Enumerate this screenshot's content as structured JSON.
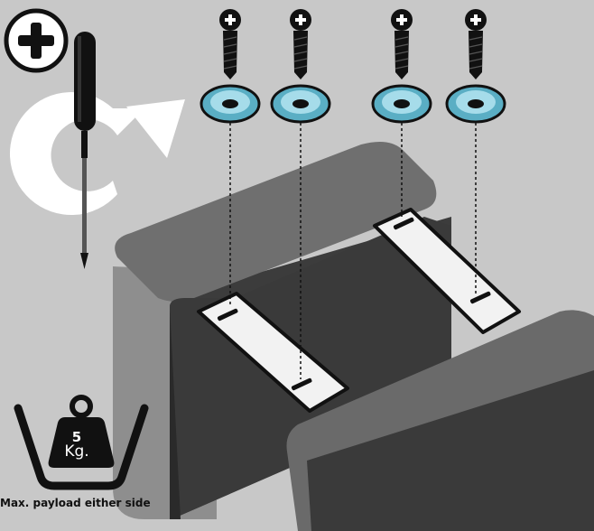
{
  "colors": {
    "background": "#c8c8c8",
    "box_body": "#3a3a3a",
    "box_top": "#6e6e6e",
    "box_side": "#8a8a8a",
    "strap": "#f2f2f2",
    "washer": "#7ec8dc",
    "screw": "#111111"
  },
  "icons": {
    "tool": "phillips-screwdriver-icon",
    "rotation": "clockwise-rotate-arrow-icon",
    "load": "weight-in-bucket-icon"
  },
  "weight": {
    "value": "5",
    "unit": "Kg."
  },
  "caption": "Max. payload either side"
}
